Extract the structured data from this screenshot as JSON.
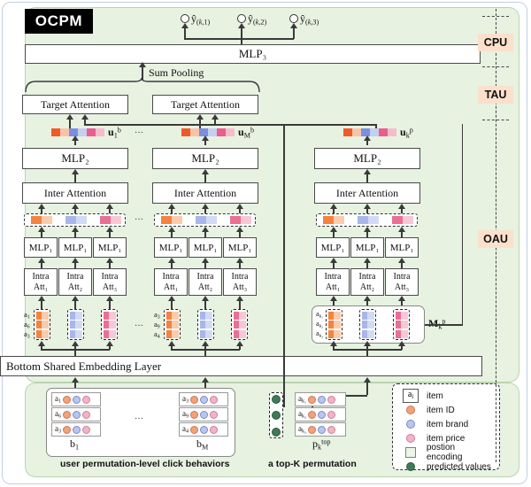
{
  "model": {
    "logo": "OCPM"
  },
  "outputs": [
    {
      "name": "y-hat-k-1",
      "label": "ŷ(k,1)"
    },
    {
      "name": "y-hat-k-2",
      "label": "ŷ(k,2)"
    },
    {
      "name": "y-hat-k-3",
      "label": "ŷ(k,3)"
    }
  ],
  "top": {
    "mlp3": "MLP₃",
    "sum_pooling": "Sum Pooling"
  },
  "units": [
    {
      "id": "cpu",
      "label": "CPU"
    },
    {
      "id": "tau",
      "label": "TAU"
    },
    {
      "id": "oau",
      "label": "OAU"
    }
  ],
  "columns": [
    {
      "id": "behavior-1",
      "target_attention": "Target Attention",
      "u_label": "u",
      "u_sub": "1",
      "u_sup": "b",
      "mlp2": "MLP₂",
      "inter_attention": "Inter Attention",
      "mlps": [
        "MLP₁",
        "MLP₁",
        "MLP₁"
      ],
      "intra": [
        {
          "top": "Intra",
          "bottom": "Att₁"
        },
        {
          "top": "Intra",
          "bottom": "Att₂"
        },
        {
          "top": "Intra",
          "bottom": "Att₃"
        }
      ],
      "item_labels": [
        "a₁",
        "a₆",
        "a₃"
      ]
    },
    {
      "id": "behavior-m",
      "target_attention": "Target Attention",
      "u_label": "u",
      "u_sub": "M",
      "u_sup": "b",
      "mlp2": "MLP₂",
      "inter_attention": "Inter Attention",
      "mlps": [
        "MLP₁",
        "MLP₁",
        "MLP₁"
      ],
      "intra": [
        {
          "top": "Intra",
          "bottom": "Att₁"
        },
        {
          "top": "Intra",
          "bottom": "Att₂"
        },
        {
          "top": "Intra",
          "bottom": "Att₃"
        }
      ],
      "item_labels": [
        "a₃",
        "a₉",
        "a₄"
      ]
    },
    {
      "id": "permutation-k",
      "target_attention": null,
      "u_label": "u",
      "u_sub": "k",
      "u_sup": "p",
      "mlp2": "MLP₂",
      "inter_attention": "Inter Attention",
      "mlps": [
        "MLP₁",
        "MLP₁",
        "MLP₁"
      ],
      "intra": [
        {
          "top": "Intra",
          "bottom": "Att₁"
        },
        {
          "top": "Intra",
          "bottom": "Att₂"
        },
        {
          "top": "Intra",
          "bottom": "Att₃"
        }
      ],
      "item_labels": [
        "a_{k₁}",
        "a_{k₂}",
        "a_{k₃}"
      ],
      "matrix_label": "M",
      "matrix_sub": "k",
      "matrix_sup": "p"
    }
  ],
  "ellipsis": "···",
  "embedding_layer": "Bottom Shared Embedding Layer",
  "behaviors": {
    "caption": "user permutation-level click behaviors",
    "groups": [
      {
        "name": "b",
        "sub": "1",
        "items": [
          "a₁",
          "a₆",
          "a₃"
        ]
      },
      {
        "name": "b",
        "sub": "M",
        "items": [
          "a₃",
          "a₉",
          "a₄"
        ]
      }
    ]
  },
  "permutation": {
    "caption": "a top-K permutation",
    "name": "p",
    "sub": "k",
    "sup": "top",
    "items": [
      "a_{k₁}",
      "a_{k₂}",
      "a_{k₃}"
    ]
  },
  "legend": {
    "item_symbol": "aᵢ",
    "entries": [
      {
        "key": "item-box",
        "label": "item"
      },
      {
        "key": "item-id-dot",
        "label": "item ID"
      },
      {
        "key": "item-brand-dot",
        "label": "item brand"
      },
      {
        "key": "item-price-dot",
        "label": "item price"
      },
      {
        "key": "position-square",
        "label": "postion encoding"
      },
      {
        "key": "predicted-dot",
        "label": "predicted values"
      }
    ]
  },
  "colors": {
    "panel_bg": "#e7f2e1",
    "panel_border": "#b9d4ae",
    "unit_tag_bg": "#fbe0cb",
    "item_id": "#f4a07a",
    "item_id_light": "#fbd3be",
    "item_brand": "#a8b6ea",
    "item_brand_light": "#d2dbf5",
    "item_price": "#ef90ae",
    "item_price_light": "#f8c7d5",
    "u_strong_orange": "#ef5a28",
    "u_strong_blue": "#7b8fe0",
    "u_strong_pink": "#ea5f8c",
    "position_square": "#eef4ea",
    "predicted": "#3f7a57",
    "stroke": "#3a3a3a"
  }
}
